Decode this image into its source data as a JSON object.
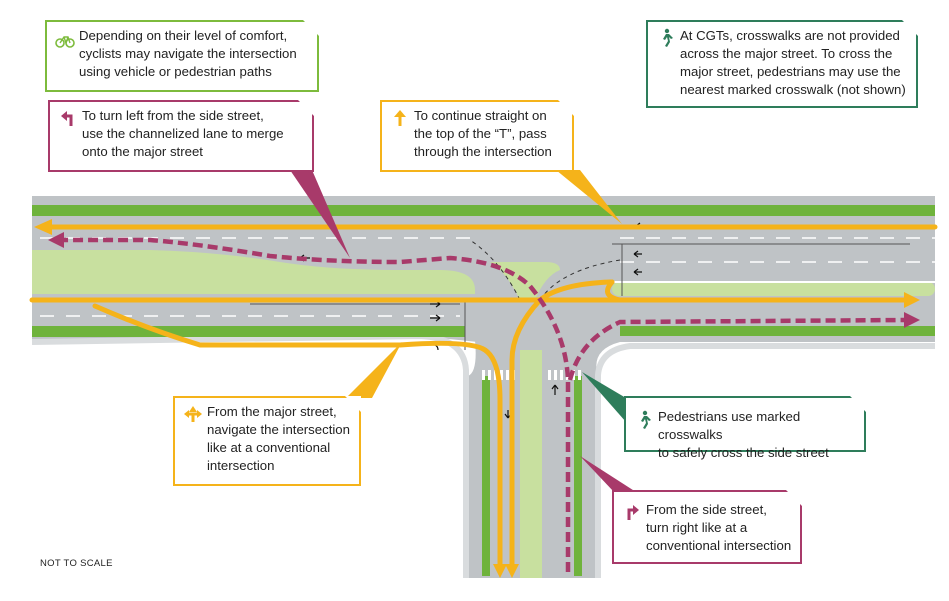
{
  "colors": {
    "pedestrian": "#2e7d5b",
    "cyclist": "#7dbb3c",
    "left_turn": "#a83a6a",
    "straight": "#f5b31a",
    "asphalt": "#bfc3c6",
    "bike_lane": "#6fb33c",
    "median": "#c8e09f"
  },
  "callouts": {
    "cyclists": {
      "icon": "bicycle-icon",
      "lines": [
        "Depending on their level of comfort,",
        "cyclists may navigate the intersection",
        "using vehicle or pedestrian paths"
      ]
    },
    "crosswalks_major": {
      "icon": "pedestrian-icon",
      "lines": [
        "At CGTs, crosswalks are not provided",
        "across the major street. To cross the",
        "major street, pedestrians may use the",
        "nearest marked crosswalk (not shown)"
      ]
    },
    "left_turn": {
      "icon": "turn-left-arrow-icon",
      "lines": [
        "To turn left from the side street,",
        "use the channelized lane to merge",
        "onto the major street"
      ]
    },
    "straight": {
      "icon": "straight-arrow-icon",
      "lines": [
        "To continue straight on",
        "the top of the “T”, pass",
        "through the intersection"
      ]
    },
    "major_street": {
      "icon": "all-directions-arrow-icon",
      "lines": [
        "From the major street,",
        "navigate the intersection",
        "like at a conventional",
        "intersection"
      ]
    },
    "pedestrians": {
      "icon": "pedestrian-icon",
      "lines": [
        "Pedestrians use marked crosswalks",
        "to safely cross the side street"
      ]
    },
    "right_turn": {
      "icon": "turn-right-arrow-icon",
      "lines": [
        "From the side street,",
        "turn right like at a",
        "conventional intersection"
      ]
    }
  },
  "footer": {
    "scale_note": "NOT TO SCALE"
  }
}
